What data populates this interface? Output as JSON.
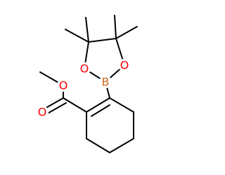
{
  "diagram": {
    "type": "skeletal-structure",
    "atoms": {
      "boron": {
        "symbol": "B",
        "color": "#d2691e"
      },
      "ring_oxygen_left": {
        "symbol": "O",
        "color": "#ff0000"
      },
      "ring_oxygen_right": {
        "symbol": "O",
        "color": "#ff0000"
      },
      "ester_ether_oxygen": {
        "symbol": "O",
        "color": "#ff0000"
      },
      "carbonyl_oxygen": {
        "symbol": "O",
        "color": "#ff0000"
      }
    },
    "bond_color": "#000000"
  }
}
